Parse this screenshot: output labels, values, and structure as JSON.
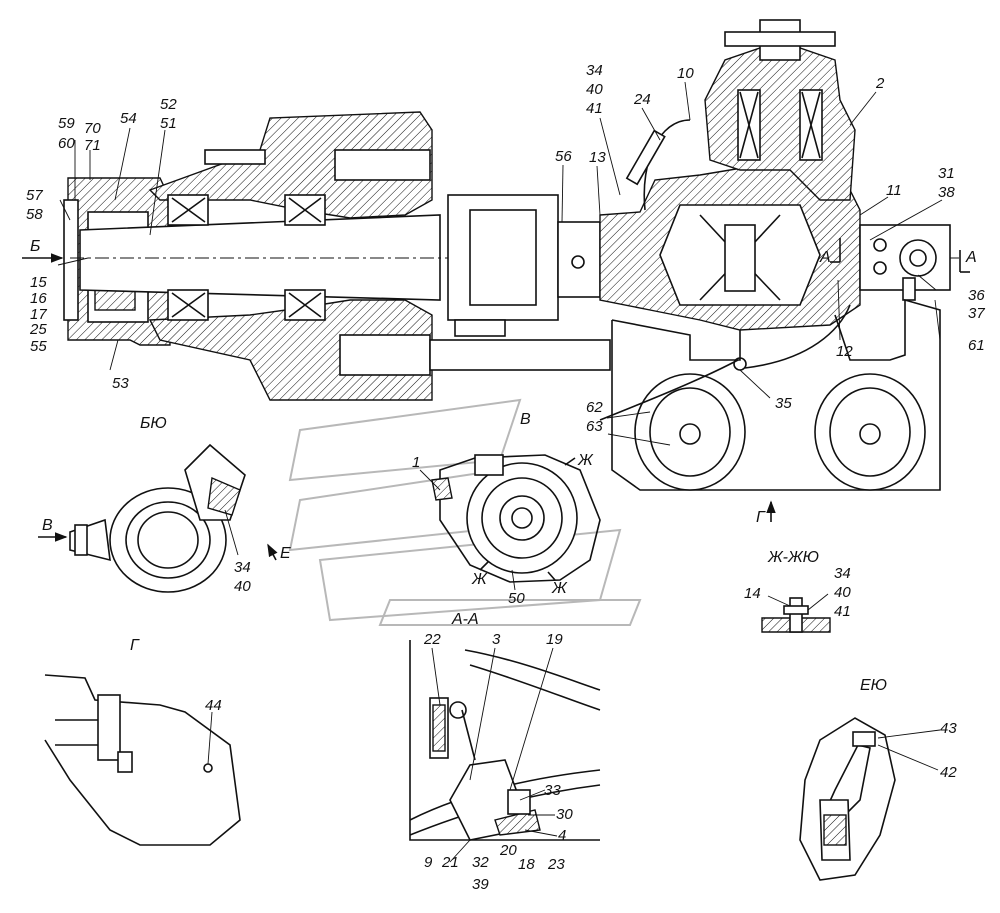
{
  "labels": {
    "n59": "59",
    "n60": "60",
    "n70": "70",
    "n71": "71",
    "n54": "54",
    "n52": "52",
    "n51": "51",
    "n57": "57",
    "n58": "58",
    "n15": "15",
    "n16": "16",
    "n17": "17",
    "n25": "25",
    "n55": "55",
    "n53": "53",
    "n34a": "34",
    "n40a": "40",
    "n41a": "41",
    "n24": "24",
    "n10": "10",
    "n2": "2",
    "n56": "56",
    "n13": "13",
    "n31": "31",
    "n38": "38",
    "n11": "11",
    "n36": "36",
    "n37": "37",
    "n12": "12",
    "n61": "61",
    "n35": "35",
    "n62": "62",
    "n63": "63",
    "n1": "1",
    "n34b": "34",
    "n40b": "40",
    "n50": "50",
    "n14": "14",
    "n34c": "34",
    "n40c": "40",
    "n41c": "41",
    "n44": "44",
    "n22": "22",
    "n3": "3",
    "n19": "19",
    "n33": "33",
    "n30": "30",
    "n4": "4",
    "n9": "9",
    "n21": "21",
    "n32": "32",
    "n39": "39",
    "n20": "20",
    "n18": "18",
    "n23": "23",
    "n43": "43",
    "n42": "42"
  },
  "markers": {
    "b_arrow": "Б",
    "v_arrow": "В",
    "v_mark": "В",
    "e_arrow": "Е",
    "g_arrow": "Г",
    "a_left": "А",
    "a_right": "А",
    "zh1": "Ж",
    "zh2": "Ж",
    "zh3": "Ж"
  },
  "views": {
    "view_b": "БЮ",
    "view_zhzh": "Ж-ЖЮ",
    "view_g": "Г",
    "view_aa": "А-А",
    "view_e": "ЕЮ"
  }
}
